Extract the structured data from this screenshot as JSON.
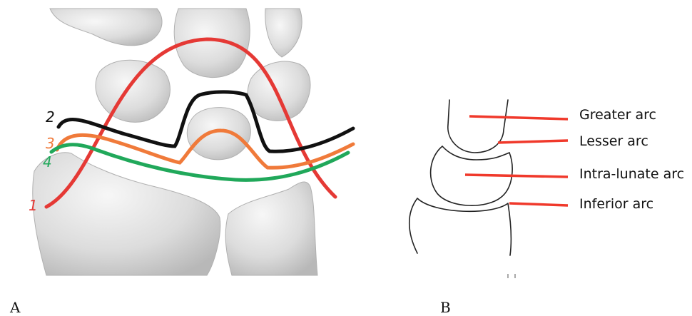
{
  "panel_a": {
    "letter": "A",
    "curves": [
      {
        "label": "1",
        "color": "#e53935"
      },
      {
        "label": "2",
        "color": "#111111"
      },
      {
        "label": "3",
        "color": "#f07a3a"
      },
      {
        "label": "4",
        "color": "#20a85a"
      }
    ]
  },
  "panel_b": {
    "letter": "B",
    "arcs": [
      {
        "label": "Greater arc"
      },
      {
        "label": "Lesser arc"
      },
      {
        "label": "Intra-lunate arc"
      },
      {
        "label": "Inferior arc"
      }
    ],
    "line_color": "#f0392b"
  },
  "colors": {
    "bone_fill": "#e3e3e3",
    "bone_stroke": "#a8a8a8"
  }
}
